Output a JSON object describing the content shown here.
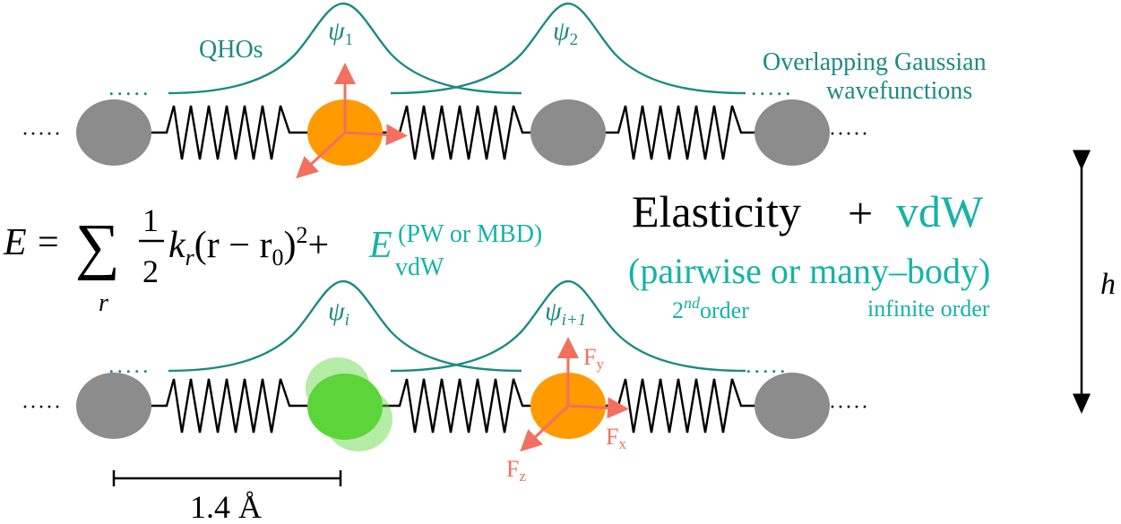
{
  "colors": {
    "teal": "#1d8a85",
    "teal_bright": "#15b3a8",
    "coral": "#f2705f",
    "orange": "#ff9a00",
    "green": "#5cd53a",
    "gray": "#8c8c8c",
    "spring": "#000000"
  },
  "top_chain": {
    "label_qhos": "QHOs",
    "psi1_symbol": "ψ",
    "psi1_sub": "1",
    "psi2_symbol": "ψ",
    "psi2_sub": "2",
    "overlap_line1": "Overlapping Gaussian",
    "overlap_line2": "wavefunctions",
    "dots_left": "·····",
    "dots_right": "·····",
    "dots_wave_left": ".....",
    "dots_wave_right": "....."
  },
  "equation": {
    "lhs": "E",
    "equals": "=",
    "sum": "∑",
    "sum_index": "r",
    "frac_num": "1",
    "frac_den": "2",
    "k": "k",
    "k_sub": "r",
    "body": "(r − r",
    "r0_sub": "0",
    "close": ")",
    "square": "2",
    "plus": "+",
    "evdw": "E",
    "evdw_sup": "(PW or MBD)",
    "evdw_sub": "vdW"
  },
  "headline": {
    "elasticity": "Elasticity",
    "plus": "+",
    "vdw": "vdW",
    "sub_open": "(pairwise or many",
    "sub_dash": "–",
    "sub_close": "body)",
    "order_2_sup": "nd",
    "order_2_base": "2",
    "order_2_word": "order",
    "order_inf": "infinite order"
  },
  "bottom_chain": {
    "psii_symbol": "ψ",
    "psii_sub": "i",
    "psii1_symbol": "ψ",
    "psii1_sub": "i+1",
    "fy": "F",
    "fy_sub": "y",
    "fx": "F",
    "fx_sub": "x",
    "fz": "F",
    "fz_sub": "z",
    "dots_left": "·····",
    "dots_right": "·····",
    "dots_wave_left": ".....",
    "dots_wave_right": "....."
  },
  "scale_bar": {
    "label": "1.4 Å"
  },
  "height_marker": {
    "label": "h"
  }
}
